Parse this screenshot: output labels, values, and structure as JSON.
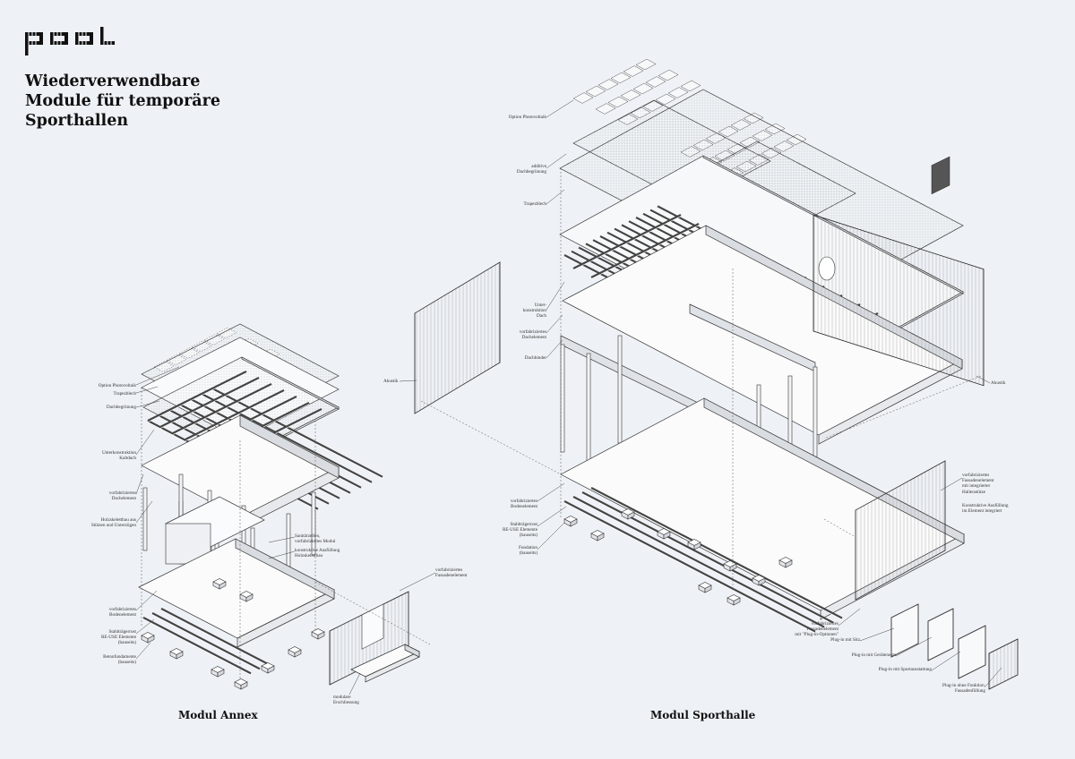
{
  "logo": {
    "text": "pool"
  },
  "title": {
    "lines": [
      "Wiederverwendbare",
      "Module für temporäre",
      "Sporthallen"
    ]
  },
  "captions": {
    "annex": "Modul Annex",
    "sporthalle": "Modul Sporthalle"
  },
  "labels_annex": {
    "photovoltaik": "Option Photovoltaik",
    "trapezblech": "Trapezblech",
    "dachbegruenung": "Dachbegrünung",
    "unterkonstruktion": "Unterkonstruktion\nKaltdach",
    "dachelement": "vorfabriziertes\nDachelement",
    "holzskelettbau": "Holzskelettbau aus\nStützen und Unterzügen",
    "sanitaermodul": "Sanitärzellen,\nvorfabriziertes Modul",
    "konstruktive_ausfuellung": "konstruktive Ausfüllung\nHolzskelettbau",
    "bodenelement": "vorfabriziertes\nBodenelement",
    "stahltraeger": "Stahlträgerrost\nRE-USE Elemente\n(bauseits)",
    "betonfundamente": "Betonfundamente\n(bauseits)",
    "fassadenelement": "vorfabriziertes\nFassadenelement",
    "erschliessung": "modulare\nErschliessung"
  },
  "labels_sporthalle": {
    "photovoltaik": "Option Photovoltaik",
    "dachbegruenung": "additive\nDachbegrünung",
    "trapezblech": "Trapezblech",
    "unterkonstruktion": "Unter-\nkonstruktion\nDach",
    "dachelement": "vorfabriziertes\nDachelement",
    "dachbinder": "Dachbinder",
    "akustik_links": "Akustik",
    "akustik_rechts": "Akustik",
    "bodenelement": "vorfabriziertes\nBodenelement",
    "stahltraeger": "Stahlträgerrost\nRE-USE Elemente\n(bauseits)",
    "fundation": "Fundation\n(bauseits)",
    "fassade_integriert": "vorfabriziertes\nFassadenelement\nmit integrierter\nHallenstütze",
    "konstruktive_ausfuellung": "Konstruktive Ausfüllung\nim Element integriert",
    "fassade_plugin": "vorfabriziertes\nFassadenelement\nmit \"Plug-in-Optionen\"",
    "plugin_sitz": "Plug-in mit Sitz",
    "plugin_geraeteraum": "Plug-in mit Geräteraum",
    "plugin_sport": "Plug-in mit Sportausstattung",
    "plugin_ohne": "Plug-in ohne Funktion,\nFassadenfüllung"
  }
}
